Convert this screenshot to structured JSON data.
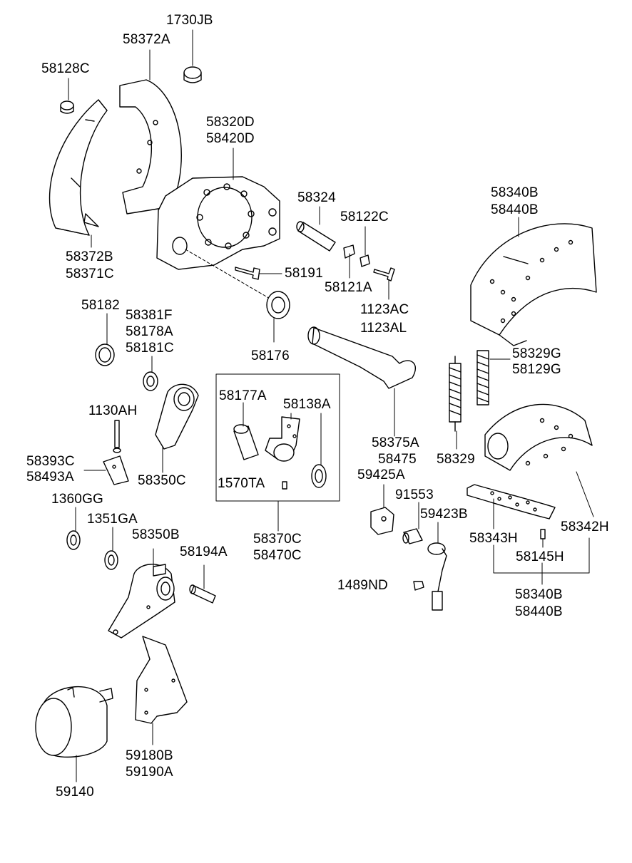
{
  "labels": {
    "p1730JB": "1730JB",
    "p58372A": "58372A",
    "p58128C": "58128C",
    "p58320D": "58320D",
    "p58420D": "58420D",
    "p58324": "58324",
    "p58122C": "58122C",
    "p58340B_top": "58340B",
    "p58440B_top": "58440B",
    "p58372B": "58372B",
    "p58371C": "58371C",
    "p58191": "58191",
    "p58121A": "58121A",
    "p1123AC": "1123AC",
    "p1123AL": "1123AL",
    "p58182": "58182",
    "p58381F": "58381F",
    "p58178A": "58178A",
    "p58181C": "58181C",
    "p58176": "58176",
    "p58329G": "58329G",
    "p58129G": "58129G",
    "p1130AH": "1130AH",
    "p58177A": "58177A",
    "p58138A": "58138A",
    "p58375A": "58375A",
    "p58475": "58475",
    "p58329": "58329",
    "p58393C": "58393C",
    "p58493A": "58493A",
    "p58350C": "58350C",
    "p1570TA": "1570TA",
    "p59425A": "59425A",
    "p91553": "91553",
    "p1360GG": "1360GG",
    "p1351GA": "1351GA",
    "p58350B": "58350B",
    "p59423B": "59423B",
    "p58343H": "58343H",
    "p58342H": "58342H",
    "p58194A": "58194A",
    "p58370C": "58370C",
    "p58470C": "58470C",
    "p58145H": "58145H",
    "p1489ND": "1489ND",
    "p58340B_bot": "58340B",
    "p58440B_bot": "58440B",
    "p59180B": "59180B",
    "p59190A": "59190A",
    "p59140": "59140"
  }
}
